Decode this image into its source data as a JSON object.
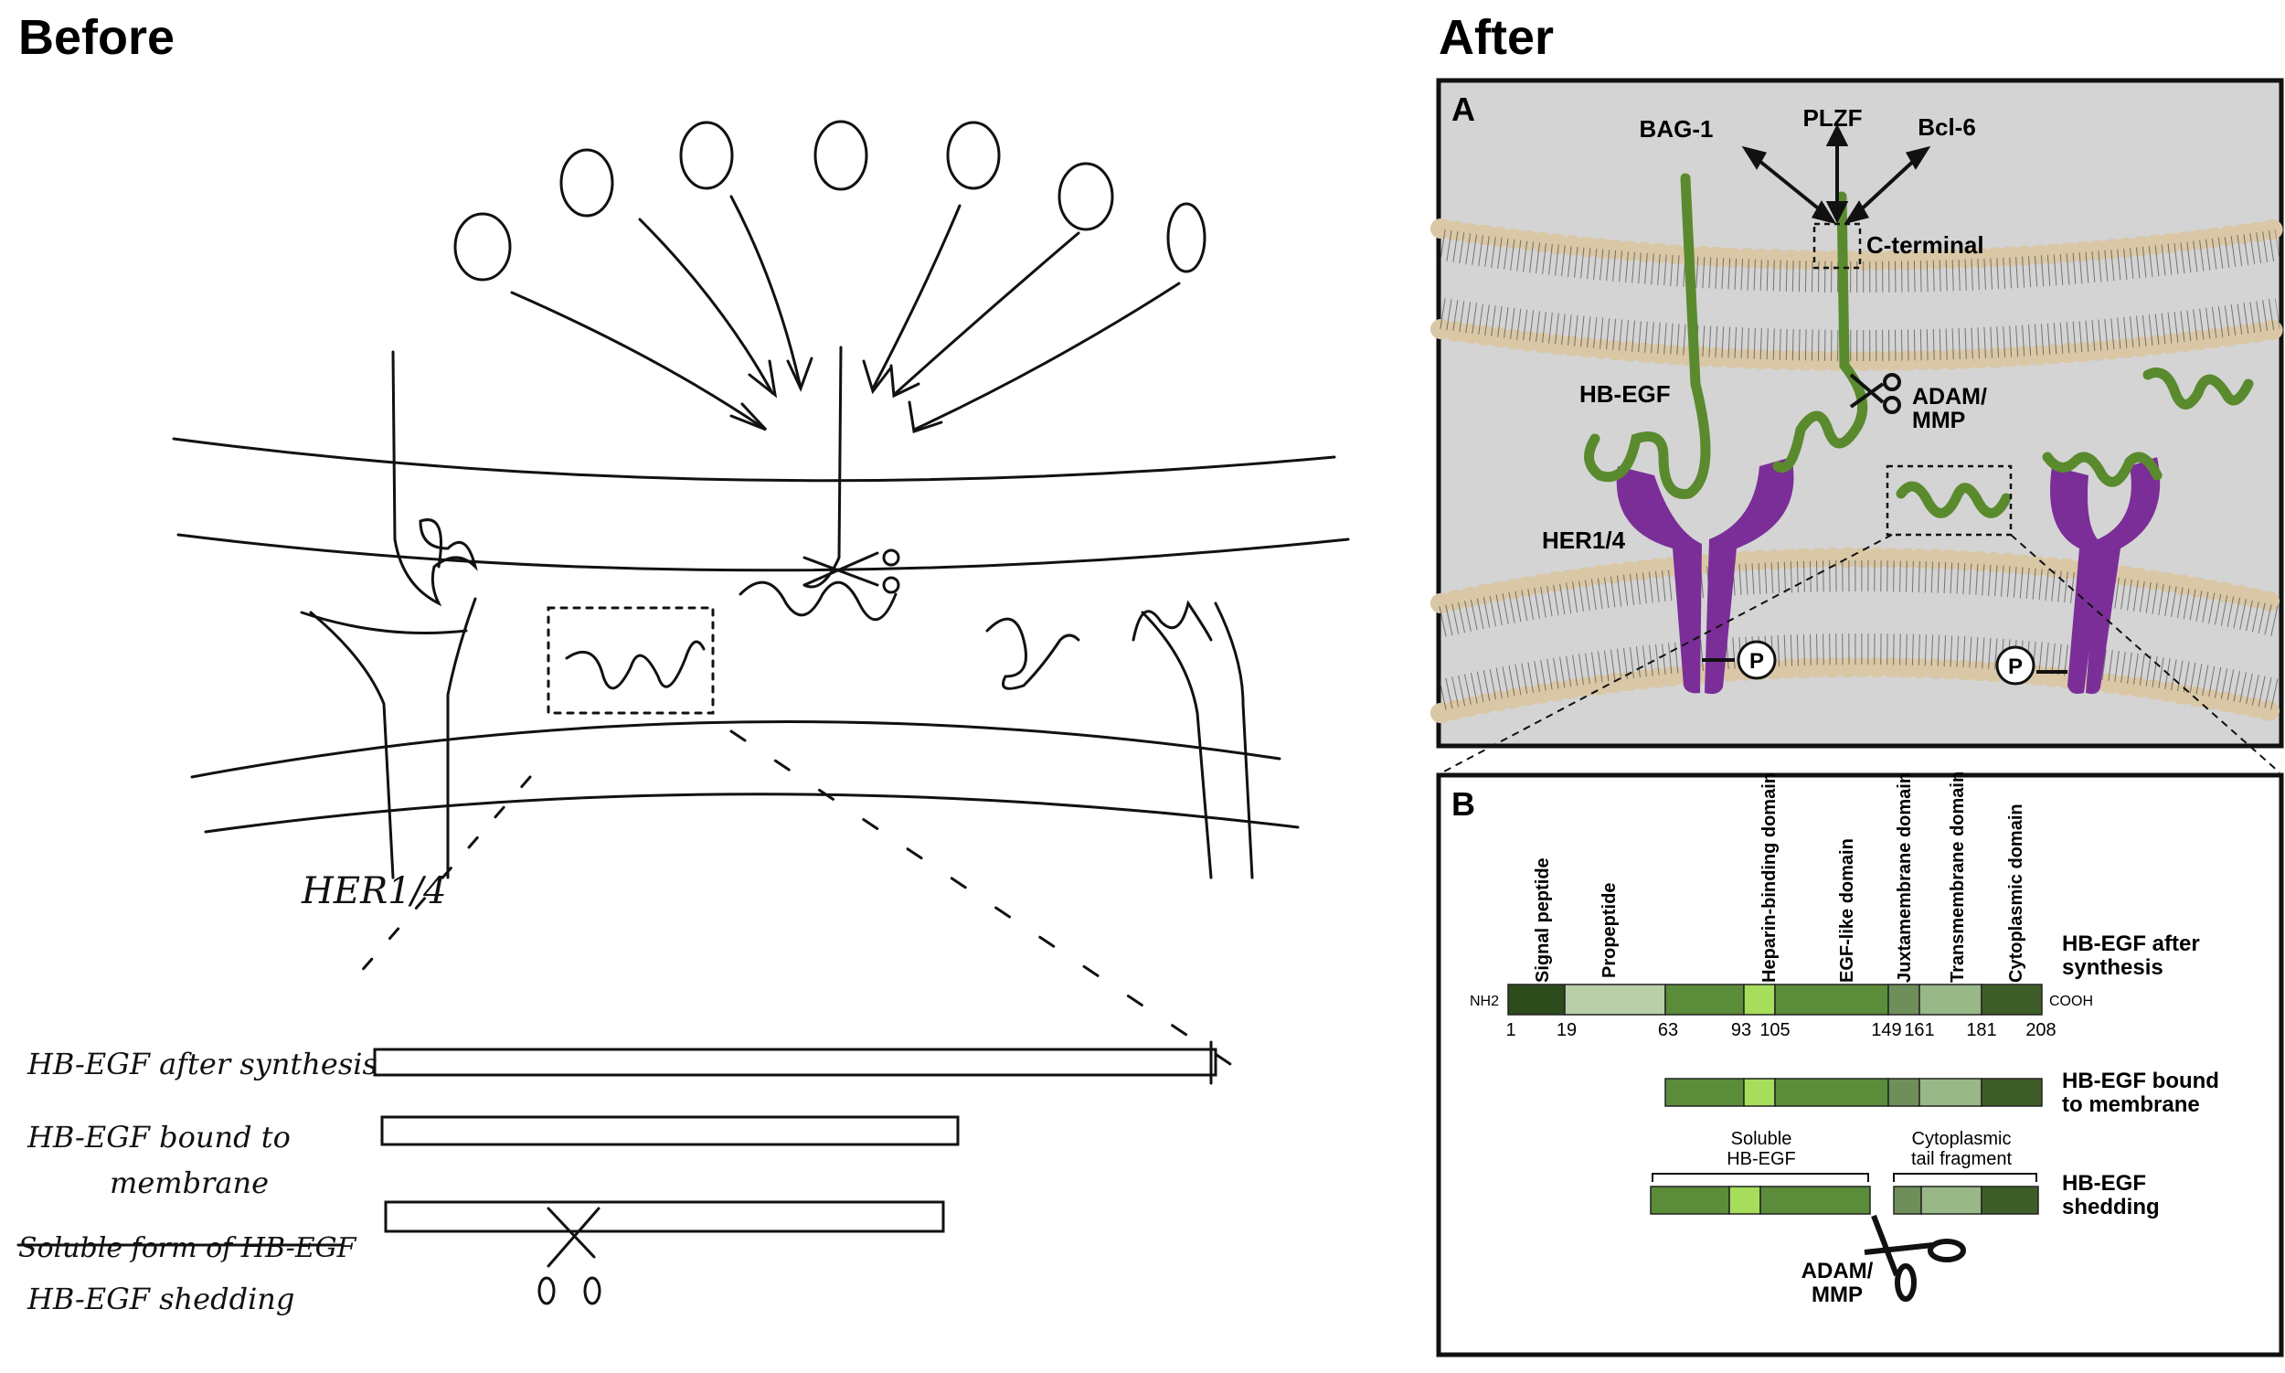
{
  "headings": {
    "before": "Before",
    "after": "After"
  },
  "sketch": {
    "her_label": "HER1/4",
    "rows": [
      {
        "label": "HB-EGF after synthesis"
      },
      {
        "label_line1": "HB-EGF bound to",
        "label_line2": "membrane"
      },
      {
        "label_struck": "Soluble form of HB-EGF",
        "label": "HB-EGF shedding"
      }
    ]
  },
  "panel_a": {
    "letter": "A",
    "partners": [
      "BAG-1",
      "PLZF",
      "Bcl-6"
    ],
    "c_terminal": "C-terminal",
    "ligand": "HB-EGF",
    "protease_line1": "ADAM/",
    "protease_line2": "MMP",
    "receptor": "HER1/4",
    "phospho": "P"
  },
  "panel_b": {
    "letter": "B",
    "domains": [
      "Signal peptide",
      "Propeptide",
      "Heparin-binding domain",
      "EGF-like domain",
      "Juxtamembrane domain",
      "Transmembrane domain",
      "Cytoplasmic domain"
    ],
    "nh2": "NH2",
    "cooh": "COOH",
    "positions": [
      "1",
      "19",
      "63",
      "93",
      "105",
      "149",
      "161",
      "181",
      "208"
    ],
    "row1_line1": "HB-EGF after",
    "row1_line2": "synthesis",
    "row2_line1": "HB-EGF bound",
    "row2_line2": "to membrane",
    "row3_line1": "HB-EGF",
    "row3_line2": "shedding",
    "soluble_line1": "Soluble",
    "soluble_line2": "HB-EGF",
    "tail_line1": "Cytoplasmic",
    "tail_line2": "tail fragment",
    "protease_line1": "ADAM/",
    "protease_line2": "MMP"
  },
  "colors": {
    "membrane_bg": "#d4d4d4",
    "lipid_head": "#d9c7a6",
    "ligand_green": "#5a8a2e",
    "receptor_purple": "#7b2e98",
    "dark_green": "#2d4a1a",
    "pale_green": "#b8cfa8",
    "mid_green": "#5a8c3a",
    "light_green": "#a6dd5a",
    "juxta_green": "#6f8f5a",
    "tm_green": "#98b888",
    "cyto_green": "#3e5e28"
  }
}
